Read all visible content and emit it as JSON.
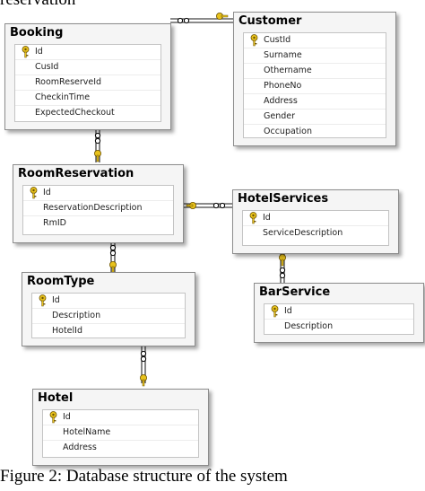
{
  "top_caption": "reservation",
  "caption": "Figure 2: Database structure of the system",
  "colors": {
    "key": "#e8c21c",
    "line": "#444444",
    "table_bg": "#f5f5f5"
  },
  "tables": {
    "booking": {
      "title": "Booking",
      "columns": [
        "Id",
        "CusId",
        "RoomReserveId",
        "CheckinTime",
        "ExpectedCheckout"
      ],
      "key_column": "Id"
    },
    "customer": {
      "title": "Customer",
      "columns": [
        "CustId",
        "Surname",
        "Othername",
        "PhoneNo",
        "Address",
        "Gender",
        "Occupation"
      ],
      "key_column": "CustId"
    },
    "roomreservation": {
      "title": "RoomReservation",
      "columns": [
        "Id",
        "ReservationDescription",
        "RmID"
      ],
      "key_column": "Id"
    },
    "hotelservices": {
      "title": "HotelServices",
      "columns": [
        "Id",
        "ServiceDescription"
      ],
      "key_column": "Id"
    },
    "roomtype": {
      "title": "RoomType",
      "columns": [
        "Id",
        "Description",
        "HotelId"
      ],
      "key_column": "Id"
    },
    "barservice": {
      "title": "BarService",
      "columns": [
        "Id",
        "Description"
      ],
      "key_column": "Id"
    },
    "hotel": {
      "title": "Hotel",
      "columns": [
        "Id",
        "HotelName",
        "Address"
      ],
      "key_column": "Id"
    }
  }
}
